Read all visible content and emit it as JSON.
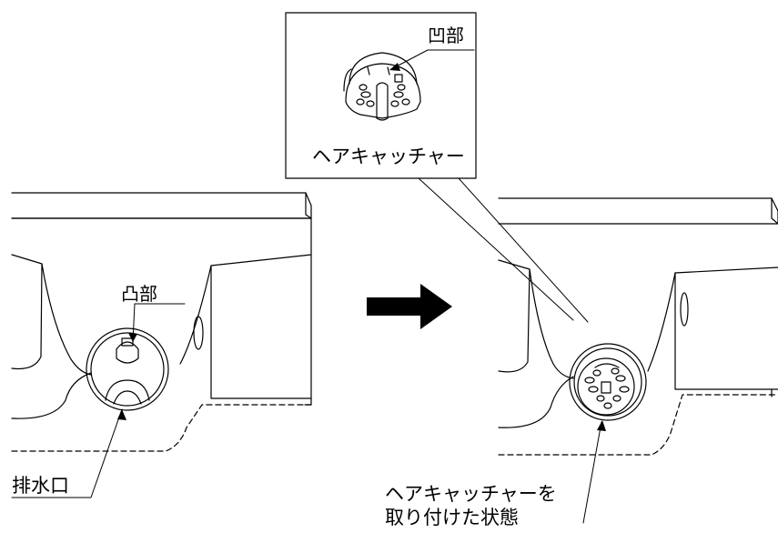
{
  "labels": {
    "recess": "凹部",
    "protrusion": "凸部",
    "drain": "排水口",
    "hair_catcher": "ヘアキャッチャー",
    "attached_line1": "ヘアキャッチャーを",
    "attached_line2": "取り付けた状態"
  },
  "colors": {
    "line": "#000000",
    "background": "#ffffff"
  },
  "icons": {
    "direction": "right-arrow-icon"
  }
}
